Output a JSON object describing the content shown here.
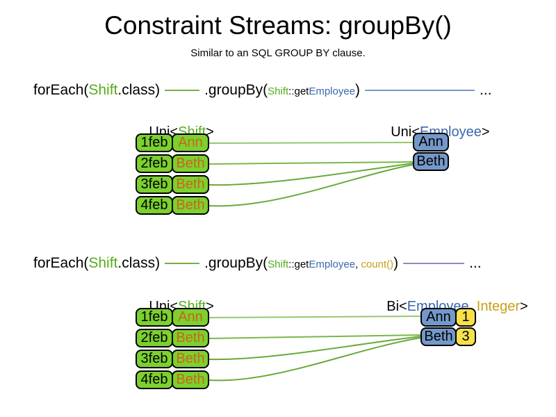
{
  "title": "Constraint Streams: groupBy()",
  "subtitle": "Similar to an SQL GROUP BY clause.",
  "colors": {
    "shift_green": "#57AB1D",
    "employee_blue": "#3A67AE",
    "integer_gold": "#C79F1B",
    "name_orange": "#C9661A",
    "box_green": "#7CD02F",
    "box_blue": "#7398C9",
    "box_yellow": "#F6E04B",
    "wire_green": "#76B041",
    "wire_blue": "#7D97C8",
    "wire_purple": "#9A85BF",
    "line_light": "#93C96E",
    "line_mid": "#78B74A",
    "line_dark": "#68A93A"
  },
  "section1": {
    "code": {
      "foreach_open": "forEach(",
      "foreach_type": "Shift",
      "foreach_close": ".class)",
      "groupby_open": ".groupBy(",
      "arg_type": "Shift",
      "arg_accessor": "::get",
      "arg_property": "Employee",
      "groupby_close": ")",
      "ellipsis": "..."
    },
    "source_label": {
      "open": "Uni<",
      "type": "Shift",
      "close": ">"
    },
    "result_label": {
      "open": "Uni<",
      "type": "Employee",
      "close": ">"
    },
    "shifts": [
      {
        "date": "1feb",
        "employee": "Ann"
      },
      {
        "date": "2feb",
        "employee": "Beth"
      },
      {
        "date": "3feb",
        "employee": "Beth"
      },
      {
        "date": "4feb",
        "employee": "Beth"
      }
    ],
    "employees": [
      {
        "name": "Ann"
      },
      {
        "name": "Beth"
      }
    ]
  },
  "section2": {
    "code": {
      "foreach_open": "forEach(",
      "foreach_type": "Shift",
      "foreach_close": ".class)",
      "groupby_open": ".groupBy(",
      "arg_type": "Shift",
      "arg_accessor": "::get",
      "arg_property": "Employee",
      "arg_separator": ", ",
      "arg_collector": "count()",
      "groupby_close": ")",
      "ellipsis": "..."
    },
    "source_label": {
      "open": "Uni<",
      "type": "Shift",
      "close": ">"
    },
    "result_label": {
      "open": "Bi<",
      "type1": "Employee",
      "separator": ", ",
      "type2": "Integer",
      "close": ">"
    },
    "shifts": [
      {
        "date": "1feb",
        "employee": "Ann"
      },
      {
        "date": "2feb",
        "employee": "Beth"
      },
      {
        "date": "3feb",
        "employee": "Beth"
      },
      {
        "date": "4feb",
        "employee": "Beth"
      }
    ],
    "groups": [
      {
        "employee": "Ann",
        "count": "1"
      },
      {
        "employee": "Beth",
        "count": "3"
      }
    ]
  }
}
